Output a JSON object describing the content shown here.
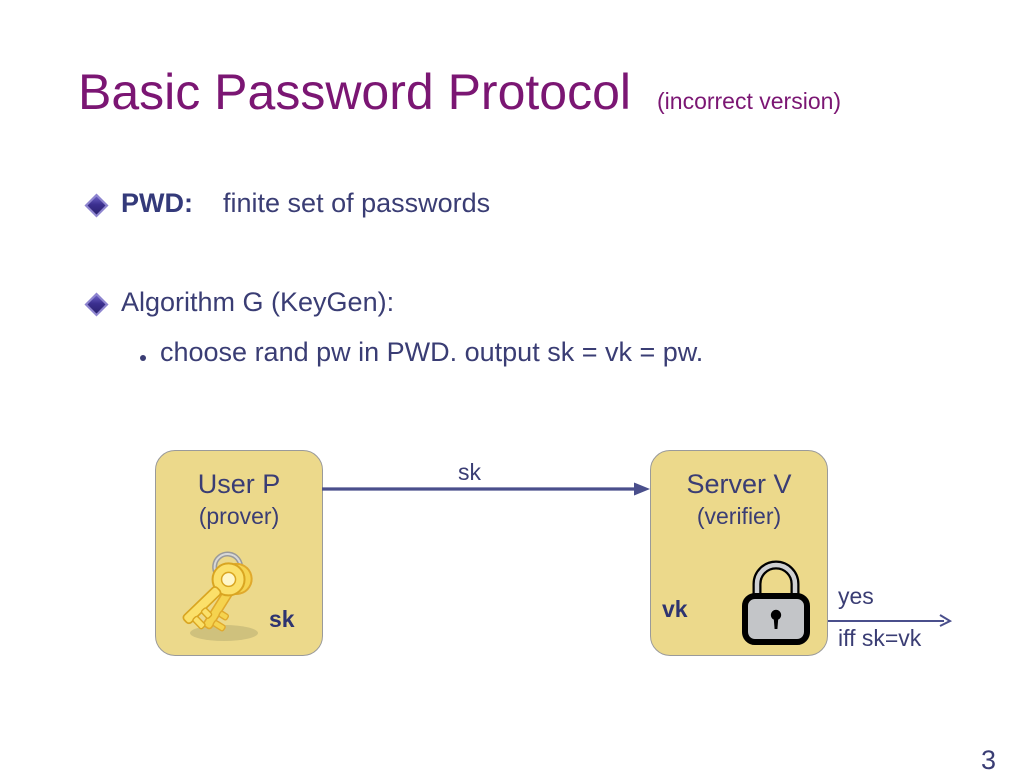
{
  "slide": {
    "title": {
      "main": "Basic Password Protocol",
      "subtitle": "(incorrect version)",
      "color": "#7B1673"
    },
    "bullets": [
      {
        "marker": "diamond-bullet-icon",
        "lead": "PWD",
        "separator": ":",
        "text": "finite set of passwords"
      },
      {
        "marker": "diamond-bullet-icon",
        "text": "Algorithm G   (KeyGen):"
      }
    ],
    "sub_bullet": {
      "marker": "dot-bullet-icon",
      "text": "choose rand  pw  in PWD.        output  sk = vk = pw."
    },
    "diagram": {
      "prover": {
        "name": "User  P",
        "role": "(prover)",
        "key_label": "sk",
        "icon": "keys-icon"
      },
      "verifier": {
        "name": "Server V",
        "role": "(verifier)",
        "key_label": "vk",
        "icon": "padlock-icon"
      },
      "message_arrow": {
        "label": "sk"
      },
      "output_arrow": {
        "label_above": "yes",
        "label_below": "iff   sk=vk"
      },
      "colors": {
        "box_fill": "#ecd98b",
        "box_border": "#9a9a9a",
        "arrow": "#4a4f8c",
        "text": "#3a3d74"
      }
    },
    "page_number": "3"
  }
}
